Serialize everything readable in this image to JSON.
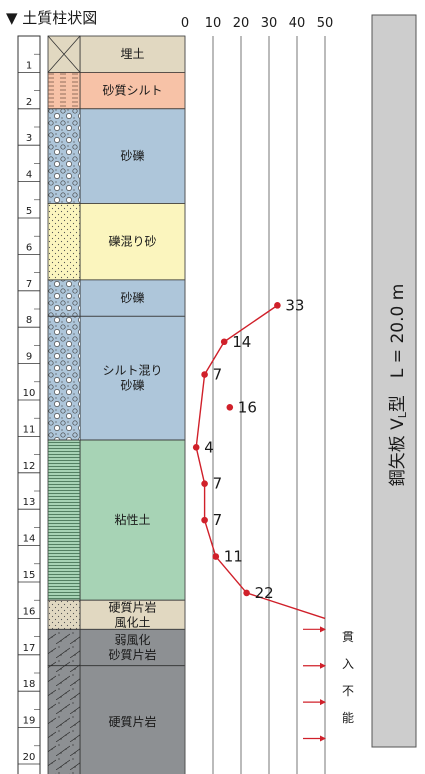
{
  "title": "▼ 土質柱状図",
  "depth_ticks": [
    "1",
    "2",
    "3",
    "4",
    "5",
    "6",
    "7",
    "8",
    "9",
    "10",
    "11",
    "12",
    "13",
    "14",
    "15",
    "16",
    "17",
    "18",
    "19",
    "20"
  ],
  "n_axis_ticks": [
    "0",
    "10",
    "20",
    "30",
    "40",
    "50"
  ],
  "layers": [
    {
      "name": "埋土",
      "top": 0,
      "bottom": 1,
      "color": "#e1d8c1",
      "pattern": "fill"
    },
    {
      "name": "砂質シルト",
      "top": 1,
      "bottom": 2,
      "color": "#f7c2a7",
      "pattern": "dash"
    },
    {
      "name": "砂礫",
      "top": 2,
      "bottom": 4.6,
      "color": "#aec6da",
      "pattern": "gravel"
    },
    {
      "name": "礫混り砂",
      "top": 4.6,
      "bottom": 6.7,
      "color": "#fbf5be",
      "pattern": "sand"
    },
    {
      "name": "砂礫",
      "top": 6.7,
      "bottom": 7.7,
      "color": "#aec6da",
      "pattern": "gravel"
    },
    {
      "name": "シルト混り\n砂礫",
      "top": 7.7,
      "bottom": 11.1,
      "color": "#aec6da",
      "pattern": "gravel"
    },
    {
      "name": "粘性土",
      "top": 11.1,
      "bottom": 15.5,
      "color": "#a7d3b5",
      "pattern": "clay"
    },
    {
      "name": "硬質片岩\n風化土",
      "top": 15.5,
      "bottom": 16.3,
      "color": "#e1d8c1",
      "pattern": "sand"
    },
    {
      "name": "弱風化\n砂質片岩",
      "top": 16.3,
      "bottom": 17.3,
      "color": "#8d9093",
      "pattern": "schist"
    },
    {
      "name": "硬質片岩",
      "top": 17.3,
      "bottom": 20.5,
      "color": "#8d9093",
      "pattern": "schist"
    }
  ],
  "chart_data": {
    "type": "line",
    "x_axis": {
      "label": "",
      "ticks": [
        0,
        10,
        20,
        30,
        40,
        50
      ],
      "range": [
        0,
        50
      ]
    },
    "y_axis": {
      "label": "",
      "unit": "m",
      "range": [
        0,
        20.5
      ],
      "inverted": true
    },
    "series": [
      {
        "points": [
          {
            "depth": 7.4,
            "n": 33
          },
          {
            "depth": 8.4,
            "n": 14
          },
          {
            "depth": 9.3,
            "n": 7
          },
          {
            "depth": 11.3,
            "n": 4
          },
          {
            "depth": 12.3,
            "n": 7
          },
          {
            "depth": 13.3,
            "n": 7
          },
          {
            "depth": 14.3,
            "n": 11
          },
          {
            "depth": 15.3,
            "n": 22
          },
          {
            "depth": 16.0,
            "n": 50
          }
        ]
      }
    ],
    "outlier": {
      "depth": 10.2,
      "n": 16
    },
    "labels": [
      "33",
      "14",
      "7",
      "16",
      "4",
      "7",
      "7",
      "11",
      "22"
    ]
  },
  "refusal_text": [
    "貫",
    "入",
    "不",
    "能"
  ],
  "refusal_depths": [
    16.3,
    17.3,
    18.3,
    19.3
  ],
  "sheet_pile_label": "鋼矢板 V"
}
